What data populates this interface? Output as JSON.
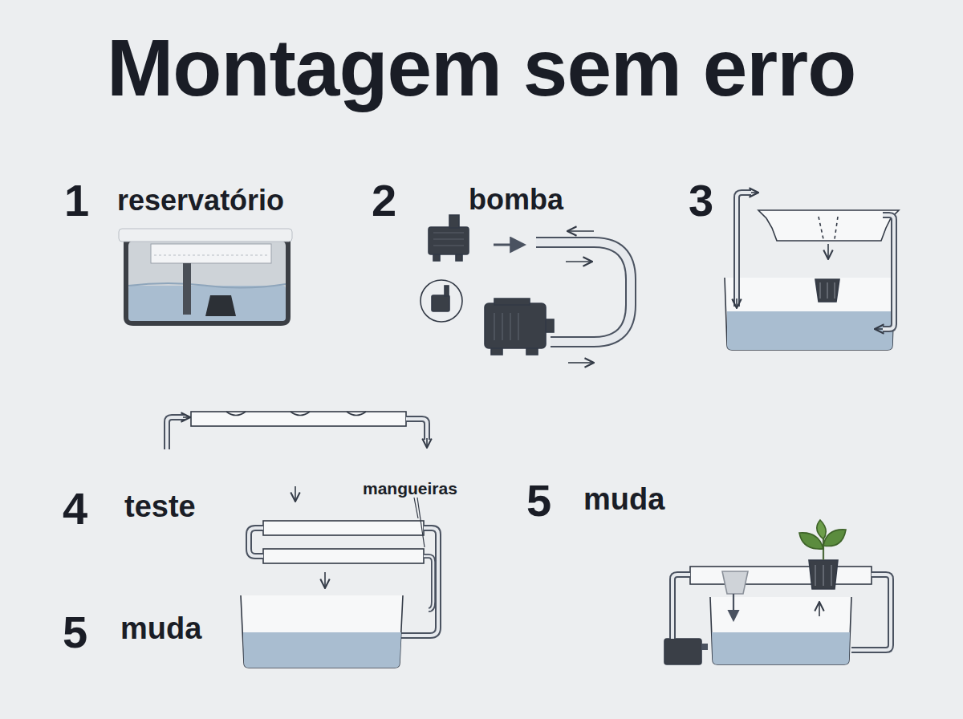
{
  "diagram": {
    "title": "Montagem sem erro",
    "labels": [
      "1",
      "reservatório",
      "2",
      "bomba",
      "3",
      "mangueiras",
      "5",
      "muda",
      "4",
      "teste",
      "5",
      "muda"
    ]
  }
}
